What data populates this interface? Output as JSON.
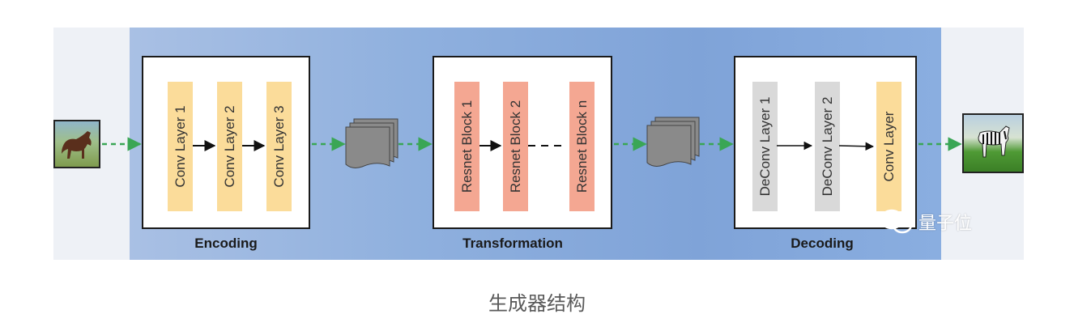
{
  "stages": {
    "encoding": {
      "label": "Encoding",
      "layers": [
        "Conv Layer 1",
        "Conv Layer 2",
        "Conv Layer 3"
      ]
    },
    "transformation": {
      "label": "Transformation",
      "layers": [
        "Resnet Block 1",
        "Resnet Block 2",
        "Resnet Block n"
      ]
    },
    "decoding": {
      "label": "Decoding",
      "layers": [
        "DeConv Layer 1",
        "DeConv Layer 2",
        "Conv Layer"
      ]
    }
  },
  "input_image": {
    "icon": "horse-photo"
  },
  "output_image": {
    "icon": "zebra-photo"
  },
  "caption": "生成器结构",
  "watermark": {
    "text": "量子位",
    "icon": "wechat-icon"
  },
  "colors": {
    "conv_layer": "#fbdc9a",
    "resnet_block": "#f4a792",
    "deconv_layer": "#d9d9d9",
    "flow_arrow": "#3aa655",
    "panel": "#8fb0de"
  }
}
